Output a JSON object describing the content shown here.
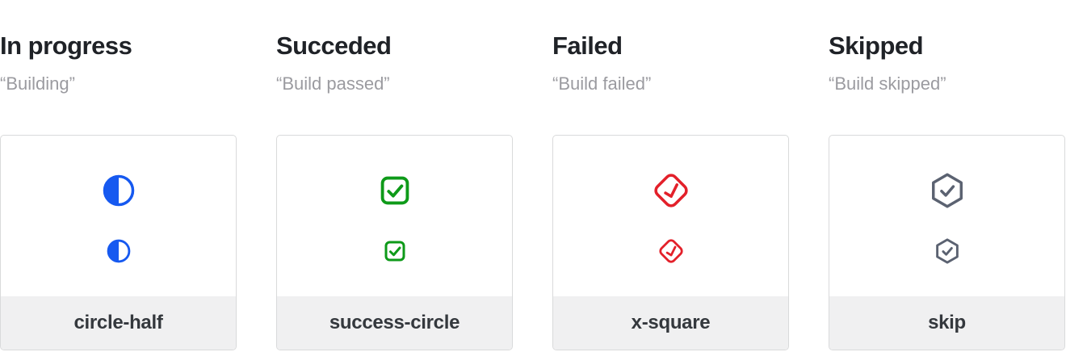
{
  "theme": {
    "title_color": "#1f2227",
    "quote_color": "#9b9ba0",
    "card_border_color": "#d9dadb",
    "card_footer_bg": "#f0f0f1",
    "label_color": "#34383d"
  },
  "columns": [
    {
      "title": "In progress",
      "quote": "“Building”",
      "icon": "circle-half-icon",
      "label": "circle-half",
      "color": "#1659f0"
    },
    {
      "title": "Succeded",
      "quote": "“Build passed”",
      "icon": "check-square-icon",
      "label": "success-circle",
      "color": "#0e9a19"
    },
    {
      "title": "Failed",
      "quote": "“Build failed”",
      "icon": "check-diamond-icon",
      "label": "x-square",
      "color": "#e3202a"
    },
    {
      "title": "Skipped",
      "quote": "“Build skipped”",
      "icon": "check-hexagon-icon",
      "label": "skip",
      "color": "#5b6271"
    }
  ]
}
